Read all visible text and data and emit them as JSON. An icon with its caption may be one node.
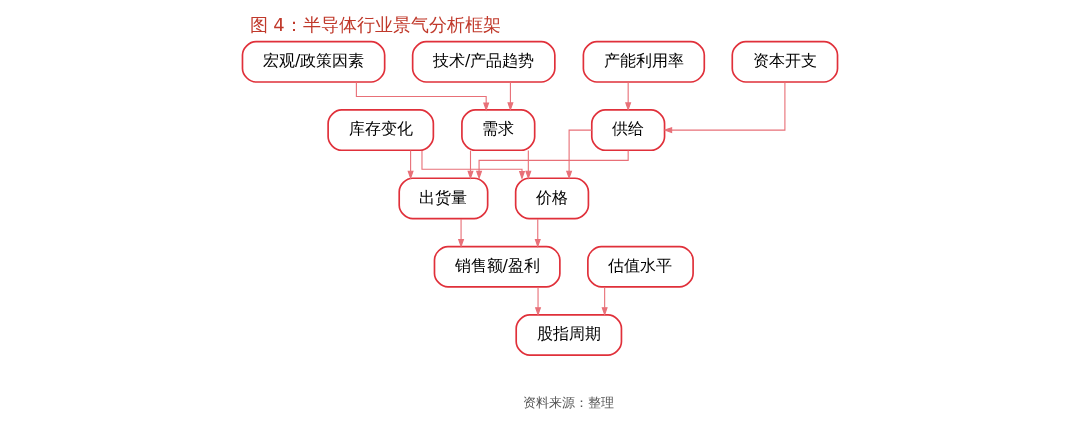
{
  "diagram": {
    "title": "图 4：半导体行业景气分析框架",
    "caption": "资料来源：整理",
    "nodes": [
      {
        "text": [
          "库存变化"
        ]
      },
      {
        "text": [
          "宏观/政策因素"
        ]
      },
      {
        "text": [
          "需求"
        ]
      },
      {
        "text": [
          "供给"
        ]
      },
      {
        "text": [
          "产能利用率"
        ]
      },
      {
        "text": [
          "技术/产品趋势"
        ]
      },
      {
        "text": [
          "资本开支"
        ]
      },
      {
        "text": [
          "出货量"
        ]
      },
      {
        "text": [
          "价格"
        ]
      },
      {
        "text": [
          "销售额/盈利"
        ]
      },
      {
        "text": [
          "估值水平"
        ]
      },
      {
        "text": [
          "股指周期"
        ]
      }
    ],
    "edges": [
      {
        "from": 1,
        "to": 2,
        "arrow": "to"
      },
      {
        "from": 5,
        "to": 2,
        "arrow": "to"
      },
      {
        "from": 4,
        "to": 3,
        "arrow": "to"
      },
      {
        "from": 6,
        "to": 3,
        "arrow": "to"
      },
      {
        "from": 0,
        "to": 7,
        "arrow": "to"
      },
      {
        "from": 0,
        "to": 8,
        "arrow": "to"
      },
      {
        "from": 2,
        "to": 7,
        "arrow": "to"
      },
      {
        "from": 2,
        "to": 8,
        "arrow": "to"
      },
      {
        "from": 3,
        "to": 7,
        "arrow": "to"
      },
      {
        "from": 3,
        "to": 8,
        "arrow": "to"
      },
      {
        "from": 7,
        "to": 9,
        "arrow": "to"
      },
      {
        "from": 8,
        "to": 9,
        "arrow": "to"
      },
      {
        "from": 9,
        "to": 11,
        "arrow": "to"
      },
      {
        "from": 10,
        "to": 11,
        "arrow": "to"
      }
    ]
  }
}
